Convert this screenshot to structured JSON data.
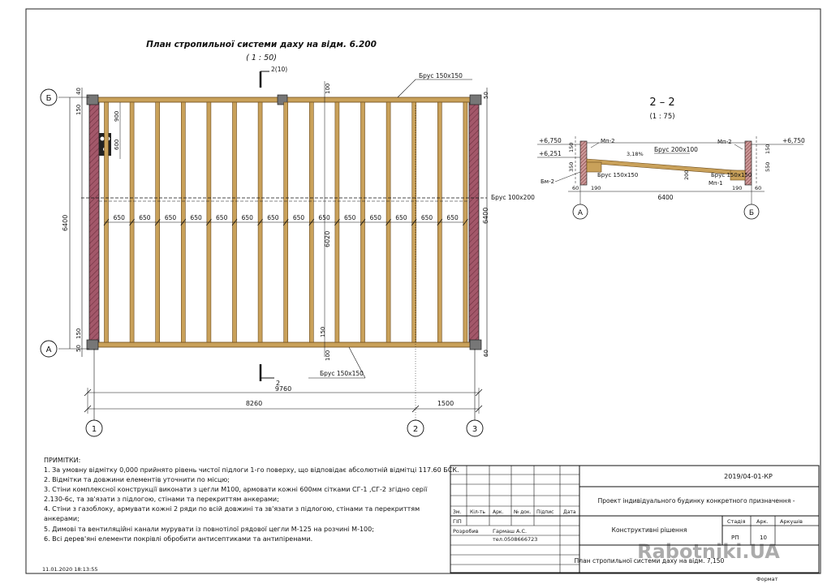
{
  "plan": {
    "title": "План стропильної системи даху на відм. 6.200",
    "scale": "( 1 : 50)",
    "section_mark_top": "2(10)",
    "section_mark_bottom": "2",
    "beam_top": "Брус 150х150",
    "beam_bottom": "Брус 150х150",
    "beam_mid": "Брус 100х200",
    "axes": {
      "b": "Б",
      "a": "А",
      "n1": "1",
      "n2": "2",
      "n3": "3"
    },
    "dims": {
      "d40": "40",
      "d150a": "150",
      "d900": "900",
      "d600": "600",
      "d6400": "6400",
      "d150b": "150",
      "d50": "50",
      "d100a": "100",
      "d6020": "6020",
      "d150c": "150",
      "d100b": "100",
      "d6400r": "6400",
      "d60a": "60",
      "d50r": "50",
      "total": "9760",
      "span1": "8260",
      "span2": "1500"
    },
    "spacing_label": "650"
  },
  "section": {
    "title": "2 – 2",
    "scale": "(1 : 75)",
    "level_left_top": "+6,750",
    "level_left_mid": "+6,251",
    "level_right_top": "+6,750",
    "mn2_left": "Мп-2",
    "mn2_right": "Мп-2",
    "slope": "3,18%",
    "beam_main": "Брус 200х100",
    "beam_left": "Брус 150х150",
    "beam_right": "Брус 150х150",
    "bm2": "Бм-2",
    "mn1": "Мп-1",
    "d150": "150",
    "d350": "350",
    "d60l": "60",
    "d190l": "190",
    "d200": "200",
    "d6400": "6400",
    "d190r": "190",
    "d60r": "60",
    "d150r": "150",
    "d550": "550",
    "axis_a": "А",
    "axis_b": "Б"
  },
  "notes": {
    "heading": "ПРИМІТКИ:",
    "lines": [
      "1.   За умовну відмітку 0,000 прийнято рівень чистої підлоги 1-го поверху, що відповідає абсолютній відмітці 117.60 БСК.",
      "2.   Відмітки та довжини елементів уточнити по місцю;",
      "3.   Стіни комплексної конструкції виконати з цегли М100, армовати кожні 600мм сітками СГ-1 ,СГ-2 згідно серії",
      "      2.130-6с, та зв'язати з підлогою, стінами та перекриттям анкерами;",
      "4.   Стіни з газоблоку, армувати кожні 2 ряди по всій довжині та зв'язати з підлогою, стінами та перекриттям",
      "      анкерами;",
      "5.   Димові та вентиляційні канали мурувати із повнотілої рядової цегли М-125 на розчині М-100;",
      "6.   Всі дерев'яні елементи покрівлі обробити антисептиками та антипіренами."
    ]
  },
  "timestamp": "11.01.2020 18:13:55",
  "stamp": {
    "code": "2019/04-01-КР",
    "project": "Проект індивідуального будинку конкретного призначення -",
    "section": "Конструктивні рішення",
    "sheet_title": "План стропильної системи даху на відм. 7,150",
    "h_zm": "Зм.",
    "h_kil": "Кіл-ть",
    "h_ark": "Арк.",
    "h_ndok": "№ док.",
    "h_pidpys": "Підпис",
    "h_data": "Дата",
    "gip": "ГІП",
    "rozrobyv": "Розробив",
    "author": "Гармаш А.С.",
    "phone": "тел.0508666723",
    "h_stadia": "Стадія",
    "h_ark2": "Арк.",
    "h_arkushiv": "Аркушів",
    "stadia": "РП",
    "sheet_no": "10",
    "format": "Формат"
  },
  "watermark": "Rabotniki.UA",
  "colors": {
    "wood": "#c9a15a",
    "wall": "#a3586a",
    "line": "#111111"
  }
}
